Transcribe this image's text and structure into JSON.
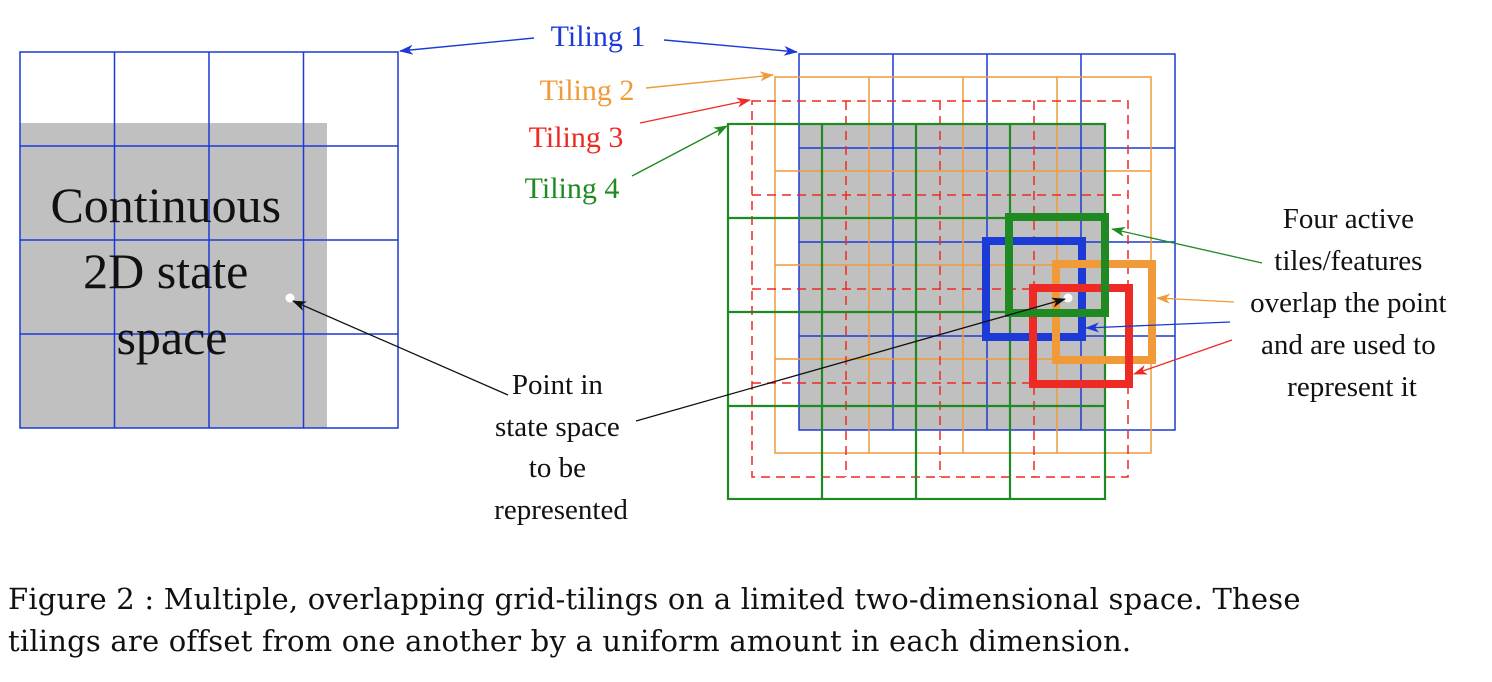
{
  "colors": {
    "tiling1": "#1c3ad6",
    "tiling2": "#f09a3a",
    "tiling3": "#ee2a24",
    "tiling4": "#1f8a22",
    "state_space": "#c0c0c0",
    "text": "#111111",
    "arrow_black": "#111111"
  },
  "left_panel": {
    "state_space_label": [
      "Continuous",
      "2D state",
      "space"
    ]
  },
  "tiling_labels": {
    "tiling1": "Tiling 1",
    "tiling2": "Tiling 2",
    "tiling3": "Tiling 3",
    "tiling4": "Tiling 4"
  },
  "point_label": [
    "Point in",
    "state space",
    "to be",
    "represented"
  ],
  "active_tiles_label": [
    "Four active",
    "tiles/features",
    "overlap the point",
    "and are used to",
    "represent it"
  ],
  "caption": {
    "line1": "Figure 2 : Multiple, overlapping grid-tilings on a limited two-dimensional space. These",
    "line2": "tilings are offset from one another by a uniform amount in each dimension."
  }
}
